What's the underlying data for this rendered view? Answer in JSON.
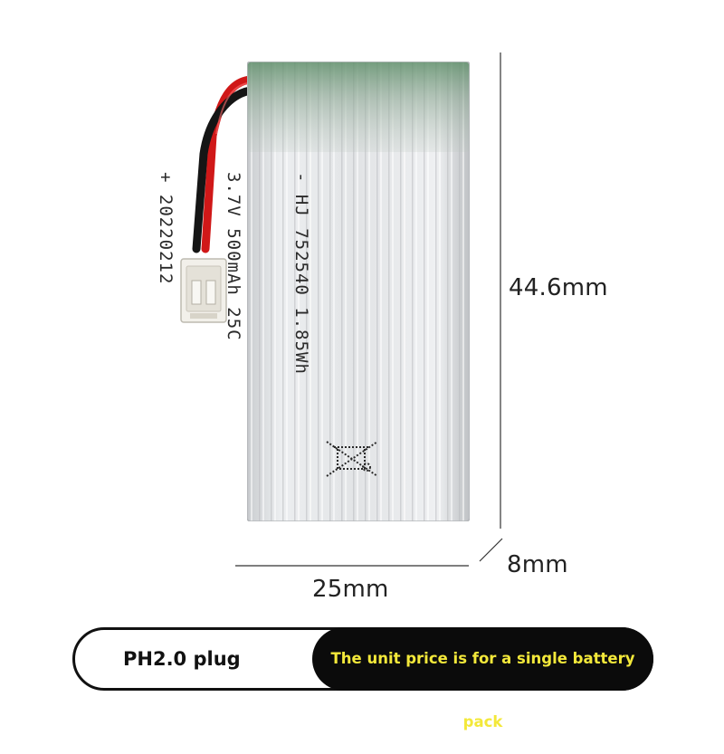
{
  "battery_label": {
    "line1": "- HJ 752540 1.85Wh",
    "line2": "3.7V 500mAh 25C",
    "line3": "+ 20220212"
  },
  "dimensions": {
    "height": "44.6mm",
    "width": "25mm",
    "depth": "8mm"
  },
  "banner": {
    "plug_type": "PH2.0 plug",
    "price_note": "The unit price is for a single battery pack",
    "note_color": "#f3e83a"
  },
  "icons": {
    "disposal": "crossed-out-wheelie-bin-icon"
  }
}
